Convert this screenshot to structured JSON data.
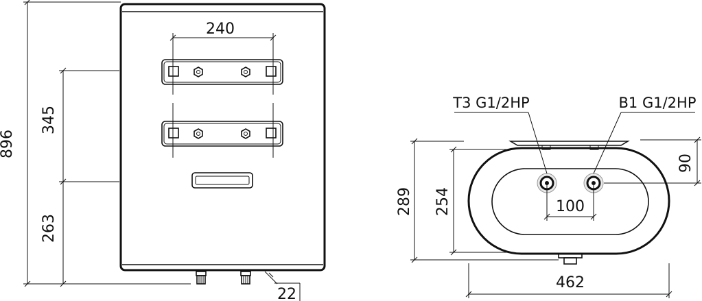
{
  "front_view": {
    "dim_height_total": "896",
    "dim_upper_bracket_offset": "345",
    "dim_lower_offset": "263",
    "dim_bracket_spacing": "240",
    "dim_pipe_protrusion": "22"
  },
  "side_view": {
    "label_cold_inlet": "T3 G1/2HP",
    "label_hot_outlet": "B1 G1/2HP",
    "dim_depth_total": "289",
    "dim_depth_body": "254",
    "dim_pipe_spacing": "100",
    "dim_pipe_to_wall": "90",
    "dim_width": "462"
  }
}
